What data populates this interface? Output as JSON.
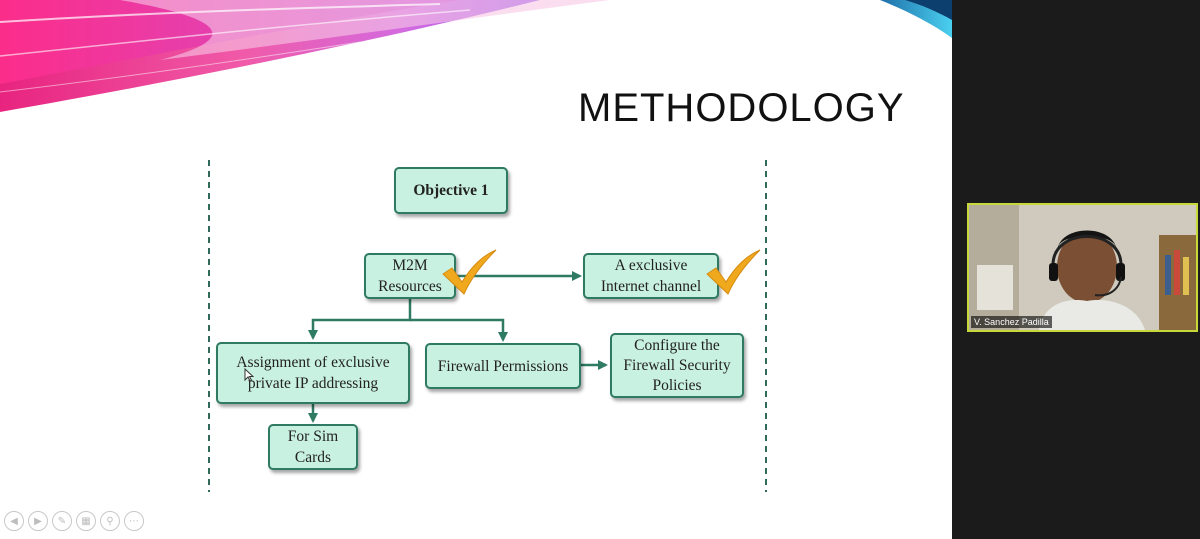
{
  "slide": {
    "title": "METHODOLOGY"
  },
  "diagram": {
    "objective": "Objective 1",
    "m2m": [
      "M2M",
      "Resources"
    ],
    "internet": [
      "A exclusive",
      "Internet channel"
    ],
    "assignment": [
      "Assignment of exclusive",
      "private IP addressing"
    ],
    "firewall_permissions": "Firewall Permissions",
    "configure": [
      "Configure the",
      "Firewall Security",
      "Policies"
    ],
    "sim": [
      "For Sim",
      "Cards"
    ]
  },
  "toolbar": {
    "icons": [
      "prev-icon",
      "next-icon",
      "pen-icon",
      "slides-icon",
      "zoom-icon",
      "more-icon"
    ]
  },
  "video": {
    "participant_name": "V. Sanchez Padilla"
  },
  "colors": {
    "node_fill": "#c9f1e1",
    "node_border": "#2f7a63",
    "check": "#f0a81c",
    "video_border": "#c7d93a"
  }
}
